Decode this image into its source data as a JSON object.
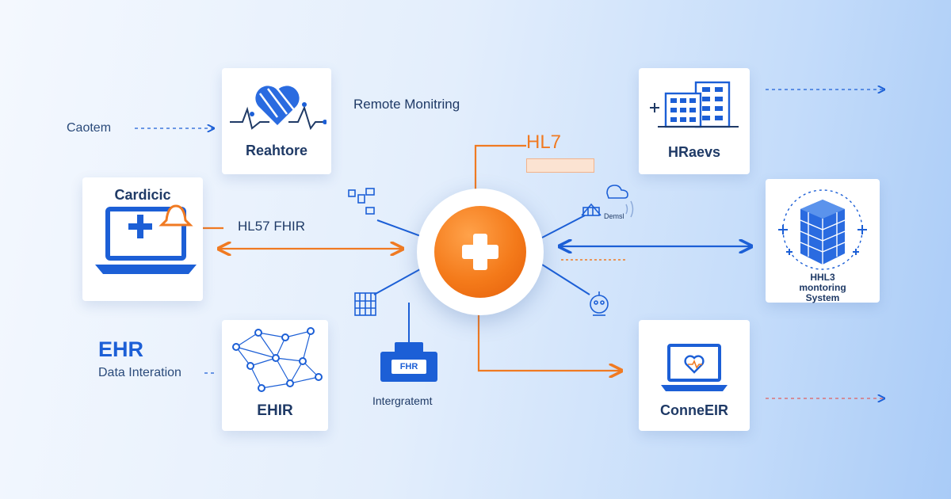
{
  "cards": {
    "heart_card": {
      "label": "Reahtore"
    },
    "cardiac_card": {
      "label": "Cardicic"
    },
    "ehr_card": {
      "label": "EHIR"
    },
    "hospital_card": {
      "label": "HRaevs"
    },
    "monitoring_card": {
      "label": "HHL3 montoring System"
    },
    "laptop_card": {
      "label": "ConneEIR"
    }
  },
  "labels": {
    "caotem": "Caotem",
    "remote_monitoring": "Remote Monitring",
    "hl7": "HL7",
    "hl7_fhir": "HL57 FHIR",
    "ehr_title": "EHR",
    "data_integration": "Data Interation",
    "integration": "Intergratemt",
    "device_box": "FHR",
    "demsl": "Demsl"
  },
  "colors": {
    "primary_blue": "#1c5fd6",
    "dark_navy": "#1f3a66",
    "accent_orange": "#f07a22",
    "card_bg": "#ffffff"
  },
  "icons": {
    "hub": "medical-plus-icon",
    "heart": "heart-pulse-icon",
    "cardiac": "laptop-medical-icon",
    "ehr": "network-icon",
    "hospital": "hospital-building-icon",
    "monitoring": "server-cube-icon",
    "laptop": "laptop-heart-icon"
  }
}
